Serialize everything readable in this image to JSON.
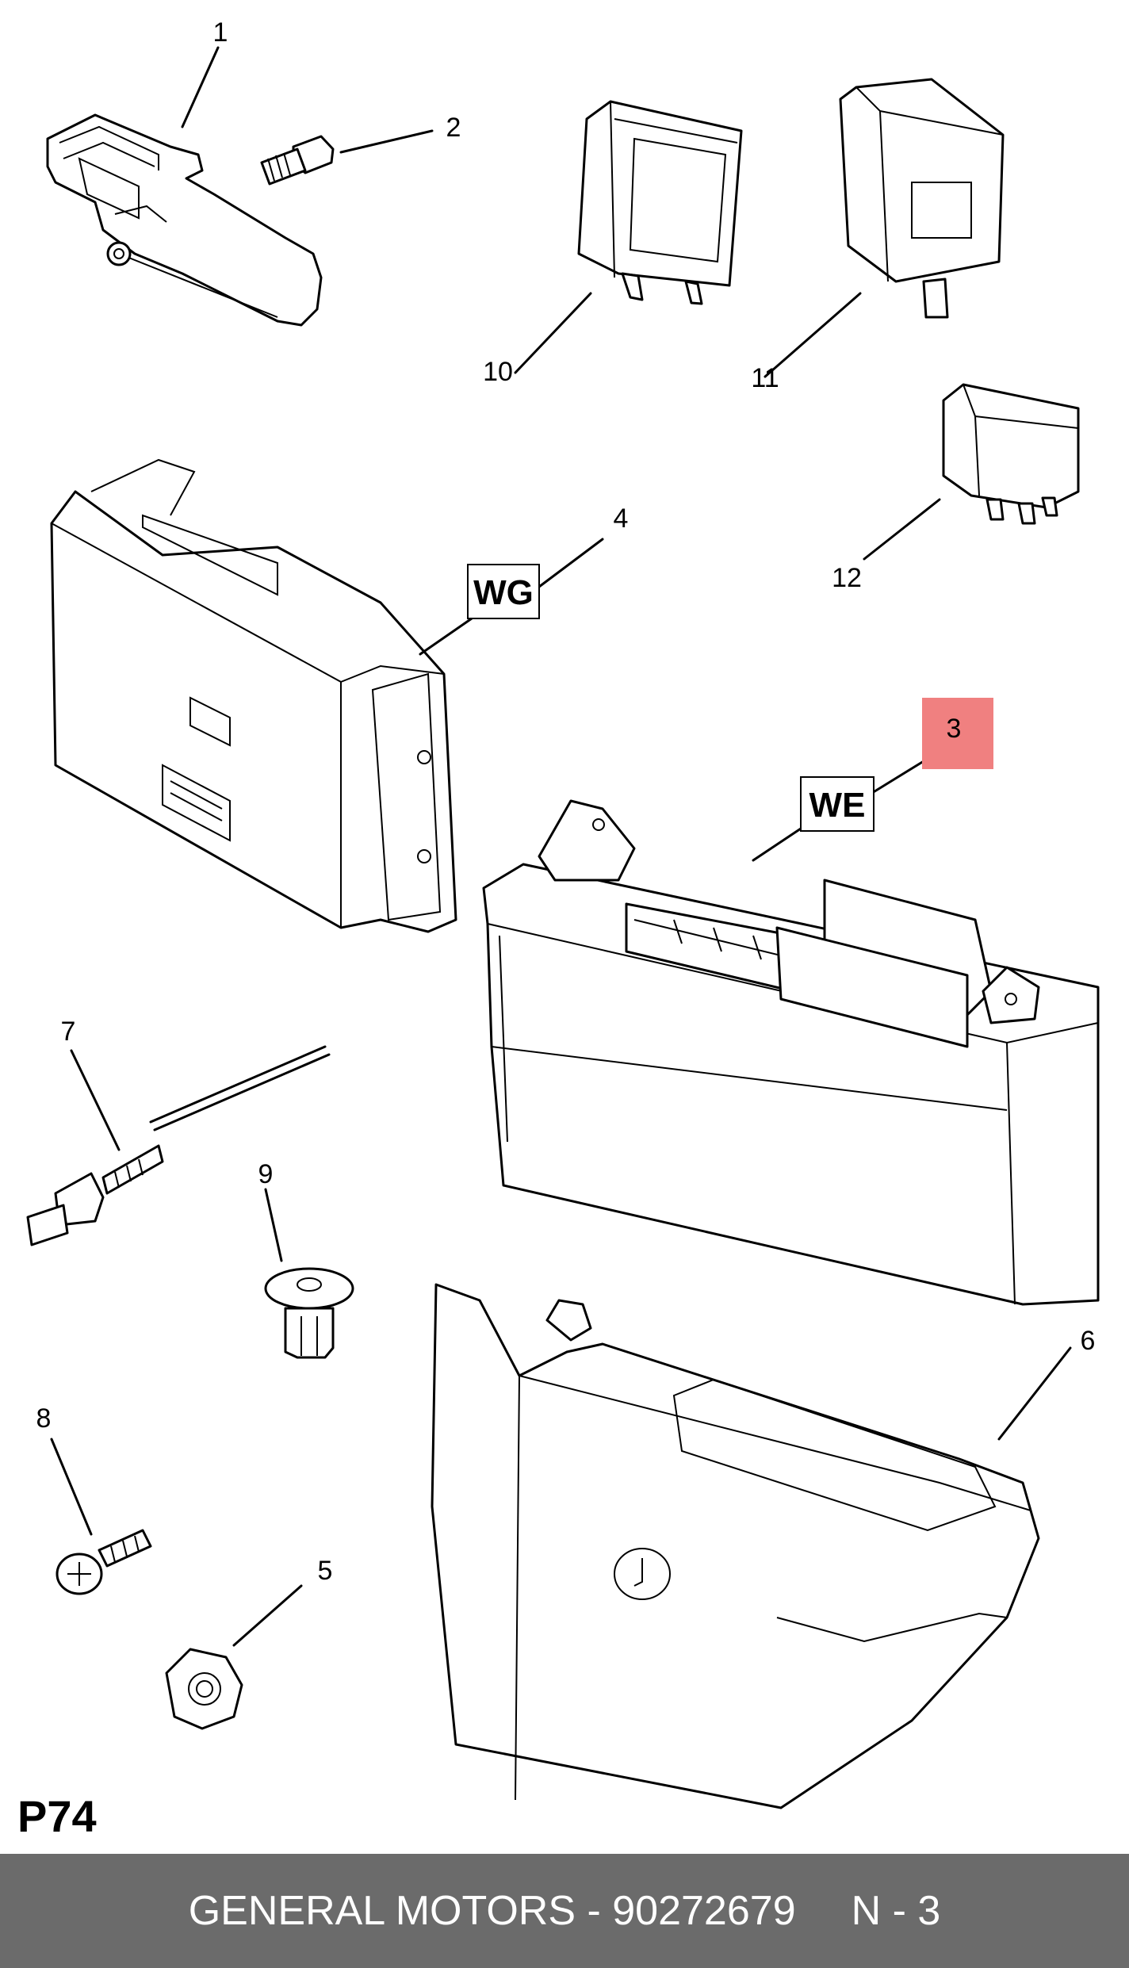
{
  "callouts": [
    "1",
    "2",
    "3",
    "4",
    "5",
    "6",
    "7",
    "8",
    "9",
    "10",
    "11",
    "12"
  ],
  "variant_labels": {
    "wg": "WG",
    "we": "WE"
  },
  "highlight_color": "#f08080",
  "sheet_id": "P74",
  "footer": {
    "brand": "GENERAL MOTORS",
    "separator": "-",
    "part_number": "90272679",
    "page": "N - 3"
  }
}
